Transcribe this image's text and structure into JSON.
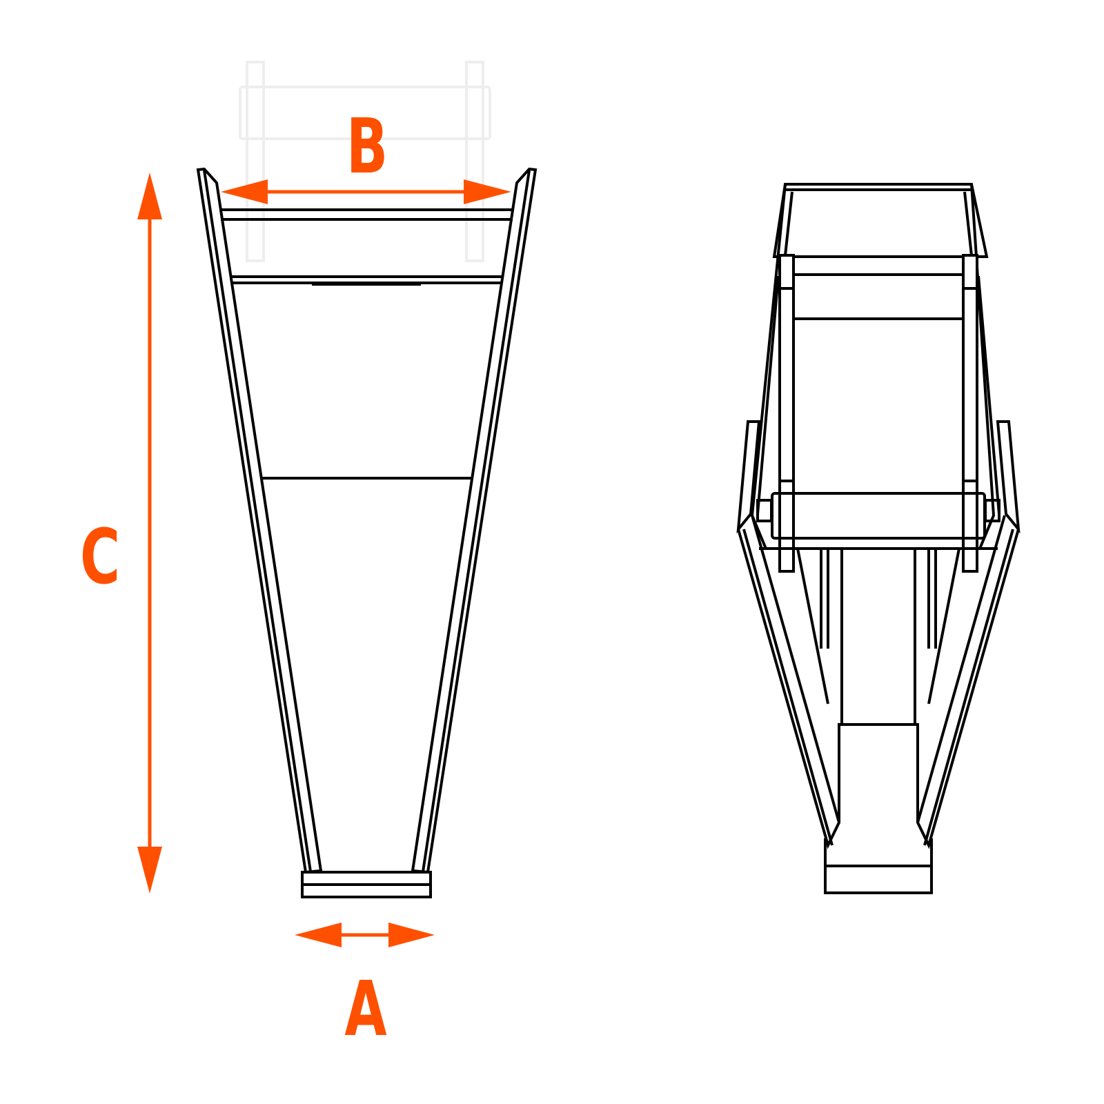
{
  "diagram": {
    "labels": {
      "a": "A",
      "b": "B",
      "c": "C"
    },
    "colors": {
      "accent": "#FF5000",
      "line": "#000000",
      "ghost": "#EEEEEE"
    }
  }
}
